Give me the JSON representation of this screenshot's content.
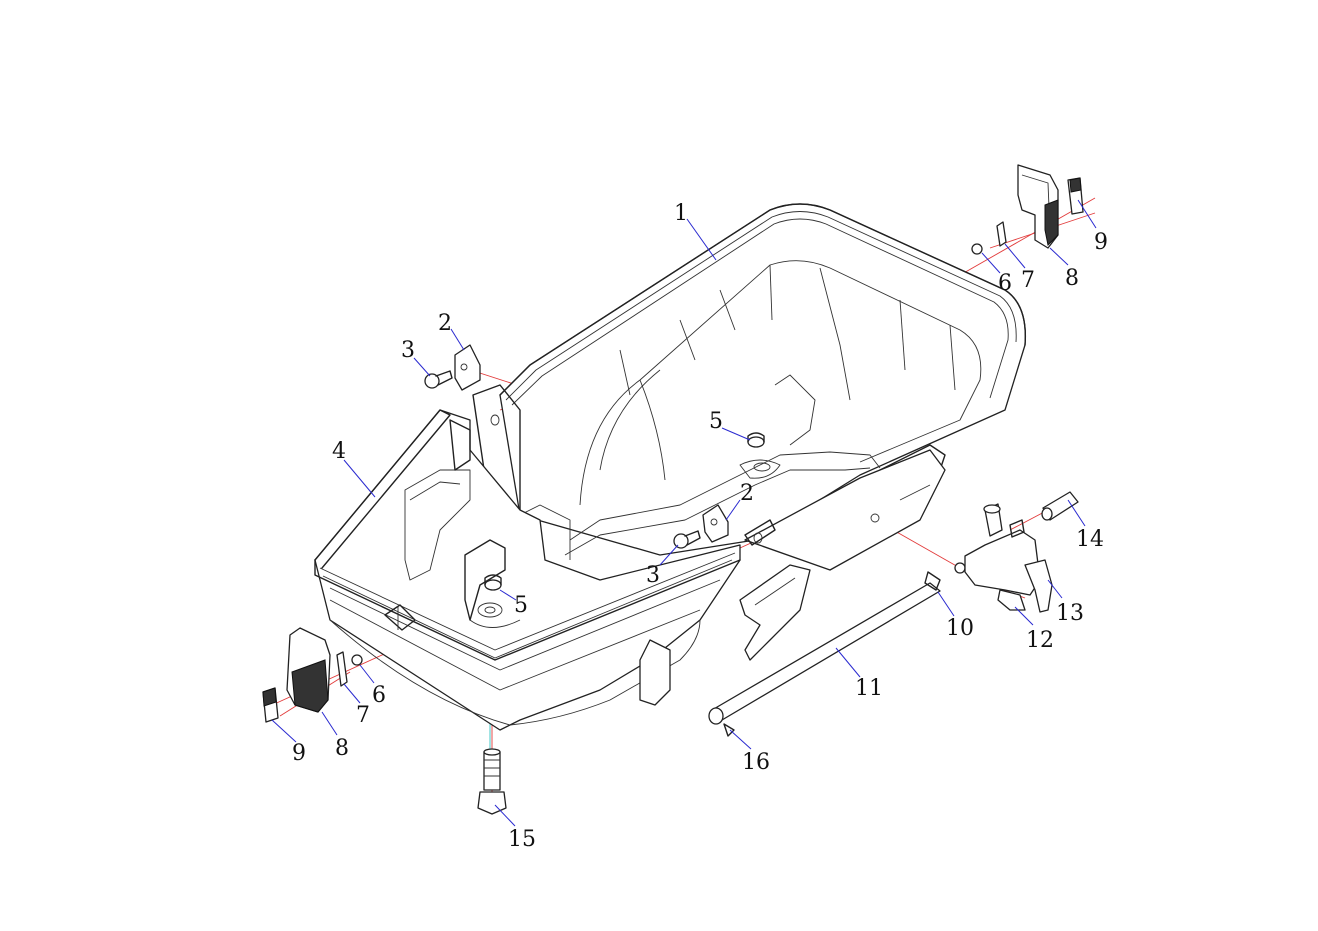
{
  "callouts": {
    "c1": "1",
    "c2a": "2",
    "c2b": "2",
    "c3a": "3",
    "c3b": "3",
    "c4": "4",
    "c5a": "5",
    "c5b": "5",
    "c6a": "6",
    "c6b": "6",
    "c7a": "7",
    "c7b": "7",
    "c8a": "8",
    "c8b": "8",
    "c9a": "9",
    "c9b": "9",
    "c10": "10",
    "c11": "11",
    "c12": "12",
    "c13": "13",
    "c14": "14",
    "c15": "15",
    "c16": "16"
  },
  "colors": {
    "line": "#222222",
    "leader": "#2a2ad0",
    "axis_red": "#e23a3a",
    "axis_cyan": "#2fc4c4"
  }
}
